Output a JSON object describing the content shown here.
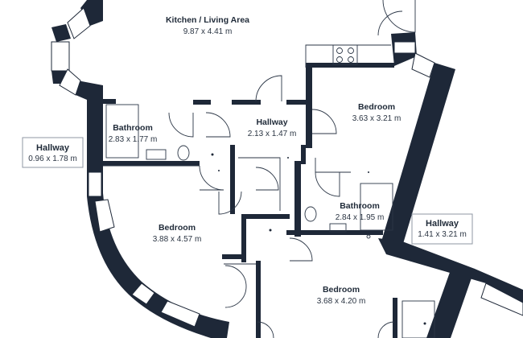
{
  "colors": {
    "wall": "#1e2838",
    "text": "#1f2a38",
    "background": "#ffffff"
  },
  "rooms": {
    "kitchen": {
      "name": "Kitchen / Living Area",
      "dims": "9.87 x 4.41 m"
    },
    "hallway_center": {
      "name": "Hallway",
      "dims": "2.13 x 1.47 m"
    },
    "bedroom_ne": {
      "name": "Bedroom",
      "dims": "3.63 x 3.21 m"
    },
    "bathroom_w": {
      "name": "Bathroom",
      "dims": "2.83 x 1.77 m"
    },
    "hallway_w": {
      "name": "Hallway",
      "dims": "0.96 x 1.78 m"
    },
    "bathroom_e": {
      "name": "Bathroom",
      "dims": "2.84 x 1.95 m"
    },
    "hallway_e": {
      "name": "Hallway",
      "dims": "1.41 x 3.21 m"
    },
    "bedroom_sw": {
      "name": "Bedroom",
      "dims": "3.88 x 4.57 m"
    },
    "bedroom_se": {
      "name": "Bedroom",
      "dims": "3.68 x 4.20 m"
    }
  }
}
